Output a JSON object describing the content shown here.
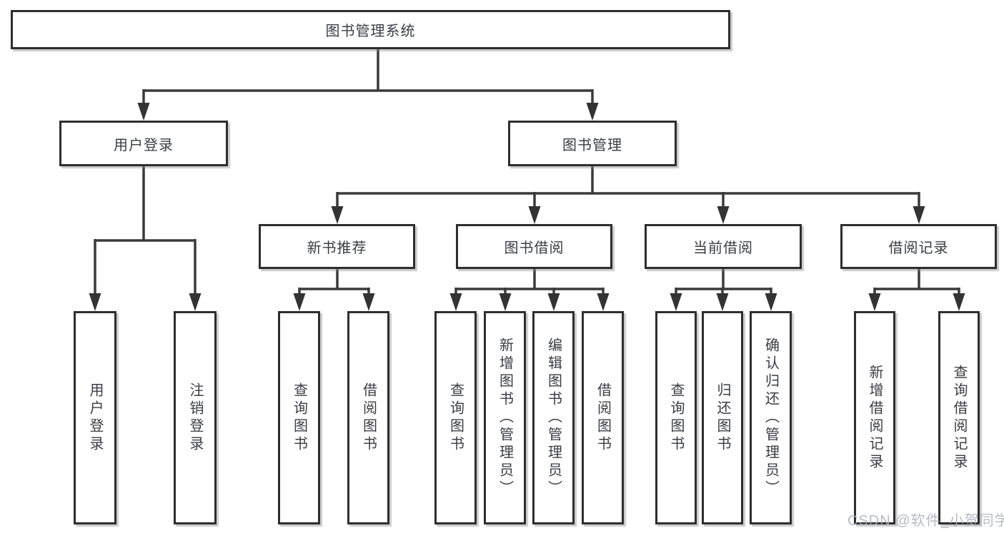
{
  "diagram_title": "图书管理系统",
  "nodes": {
    "root": "图书管理系统",
    "user_login": "用户登录",
    "book_mgmt": "图书管理",
    "new_book_rec": "新书推荐",
    "book_borrow": "图书借阅",
    "current_borrow": "当前借阅",
    "borrow_record": "借阅记录",
    "user_login_children": [
      "用户登录",
      "注销登录"
    ],
    "new_book_rec_children": [
      "查询图书",
      "借阅图书"
    ],
    "book_borrow_children": [
      "查询图书",
      "新增图书（管理员）",
      "编辑图书（管理员）",
      "借阅图书"
    ],
    "current_borrow_children": [
      "查询图书",
      "归还图书",
      "确认归还（管理员）"
    ],
    "borrow_record_children": [
      "新增借阅记录",
      "查询借阅记录"
    ]
  },
  "watermark": "CSDN @软件_小贺同学",
  "colors": {
    "line": "#3a3a3a",
    "box_border": "#2e2e2e",
    "text": "#393d44",
    "watermark": "#aab0bb",
    "background": "#ffffff"
  }
}
